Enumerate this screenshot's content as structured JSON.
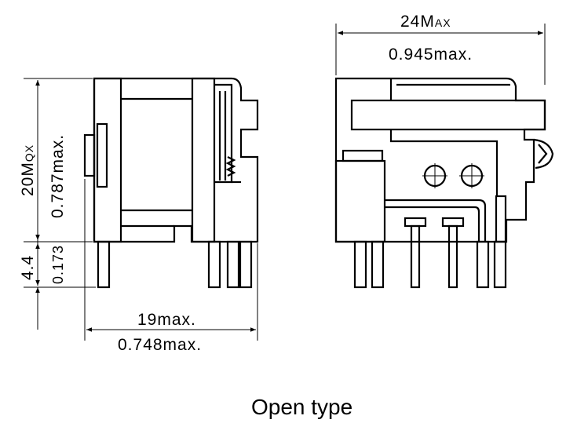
{
  "title": "Open type",
  "dimensions": {
    "top_width_big": "24M",
    "top_width_sub": "AX",
    "top_width_in": "0.945max.",
    "height_big": "20M",
    "height_sub": "QX",
    "height_in": "0.787max.",
    "pin_len_mm": "4.4",
    "pin_len_in": "0.173",
    "bottom_width_mm": "19max.",
    "bottom_width_in": "0.748max."
  }
}
